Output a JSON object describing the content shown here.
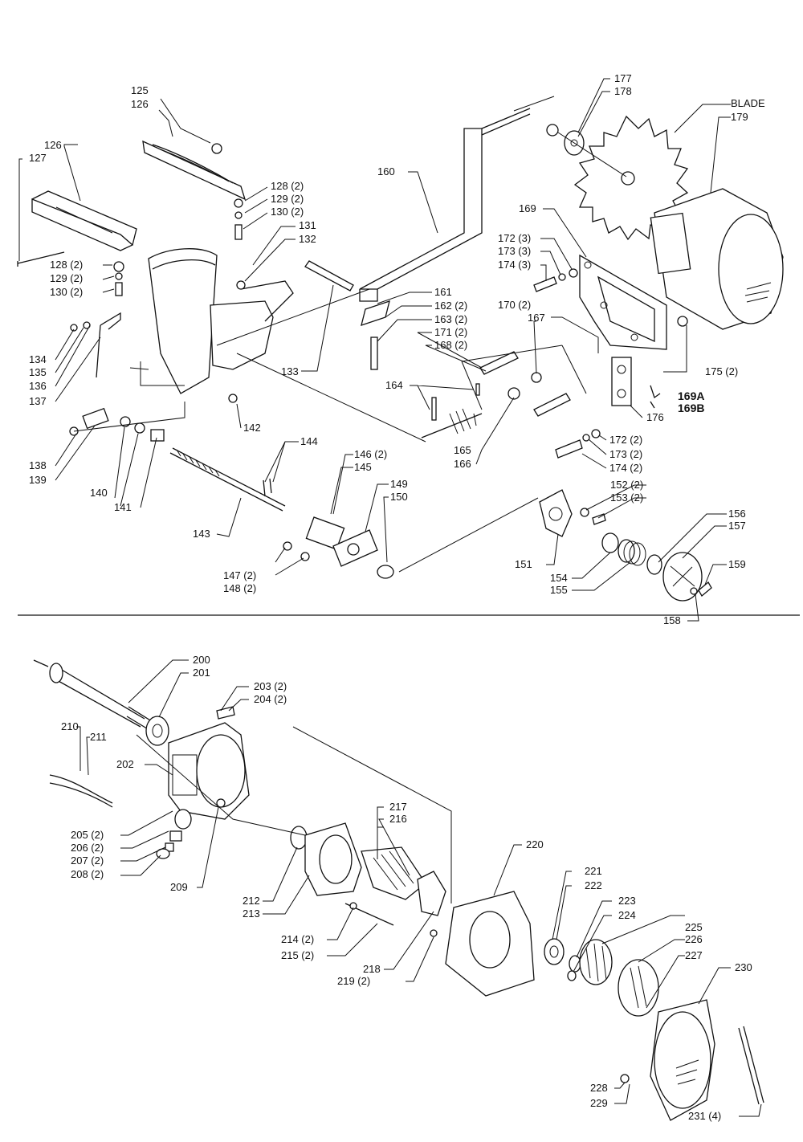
{
  "labels": {
    "l125": "125",
    "l126a": "126",
    "l126b": "126",
    "l127": "127",
    "l128a": "128 (2)",
    "l129a": "129 (2)",
    "l130a": "130 (2)",
    "l128b": "128 (2)",
    "l129b": "129 (2)",
    "l130b": "130 (2)",
    "l131": "131",
    "l132": "132",
    "l133": "133",
    "l134": "134",
    "l135": "135",
    "l136": "136",
    "l137": "137",
    "l138": "138",
    "l139": "139",
    "l140": "140",
    "l141": "141",
    "l142": "142",
    "l143": "143",
    "l144": "144",
    "l145": "145",
    "l146": "146 (2)",
    "l147": "147 (2)",
    "l148": "148 (2)",
    "l149": "149",
    "l150": "150",
    "l151": "151",
    "l152": "152 (2)",
    "l153": "153 (2)",
    "l154": "154",
    "l155": "155",
    "l156": "156",
    "l157": "157",
    "l158": "158",
    "l159": "159",
    "l160": "160",
    "l161": "161",
    "l162": "162 (2)",
    "l163": "163 (2)",
    "l164": "164",
    "l165": "165",
    "l166": "166",
    "l167": "167",
    "l168": "168 (2)",
    "l169": "169",
    "l169A": "169A",
    "l169B": "169B",
    "l170": "170 (2)",
    "l171": "171 (2)",
    "l172a": "172 (3)",
    "l173a": "173 (3)",
    "l174a": "174 (3)",
    "l172b": "172 (2)",
    "l173b": "173 (2)",
    "l174b": "174 (2)",
    "l175": "175 (2)",
    "l176": "176",
    "l177": "177",
    "l178": "178",
    "lblade": "BLADE",
    "l179": "179",
    "l200": "200",
    "l201": "201",
    "l202": "202",
    "l203": "203 (2)",
    "l204": "204 (2)",
    "l205": "205 (2)",
    "l206": "206 (2)",
    "l207": "207 (2)",
    "l208": "208 (2)",
    "l209": "209",
    "l210": "210",
    "l211": "211",
    "l212": "212",
    "l213": "213",
    "l214": "214 (2)",
    "l215": "215 (2)",
    "l216": "216",
    "l217": "217",
    "l218": "218",
    "l219": "219 (2)",
    "l220": "220",
    "l221": "221",
    "l222": "222",
    "l223": "223",
    "l224": "224",
    "l225": "225",
    "l226": "226",
    "l227": "227",
    "l228": "228",
    "l229": "229",
    "l230": "230",
    "l231": "231 (4)"
  }
}
